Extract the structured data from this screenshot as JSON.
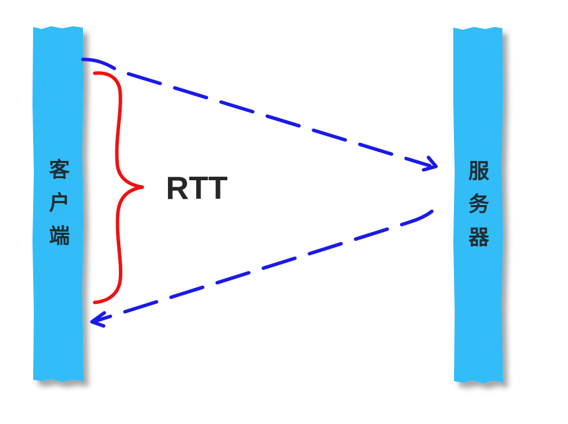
{
  "client": {
    "label_chars": [
      "客",
      "户",
      "端"
    ]
  },
  "server": {
    "label_chars": [
      "服",
      "务",
      "器"
    ]
  },
  "rtt": {
    "label": "RTT"
  },
  "colors": {
    "bar_fill": "#33bdf8",
    "bar_shadow": "#b8b8b8",
    "arrow": "#1a1ae6",
    "brace": "#ee1111",
    "label_text": "#262626"
  }
}
